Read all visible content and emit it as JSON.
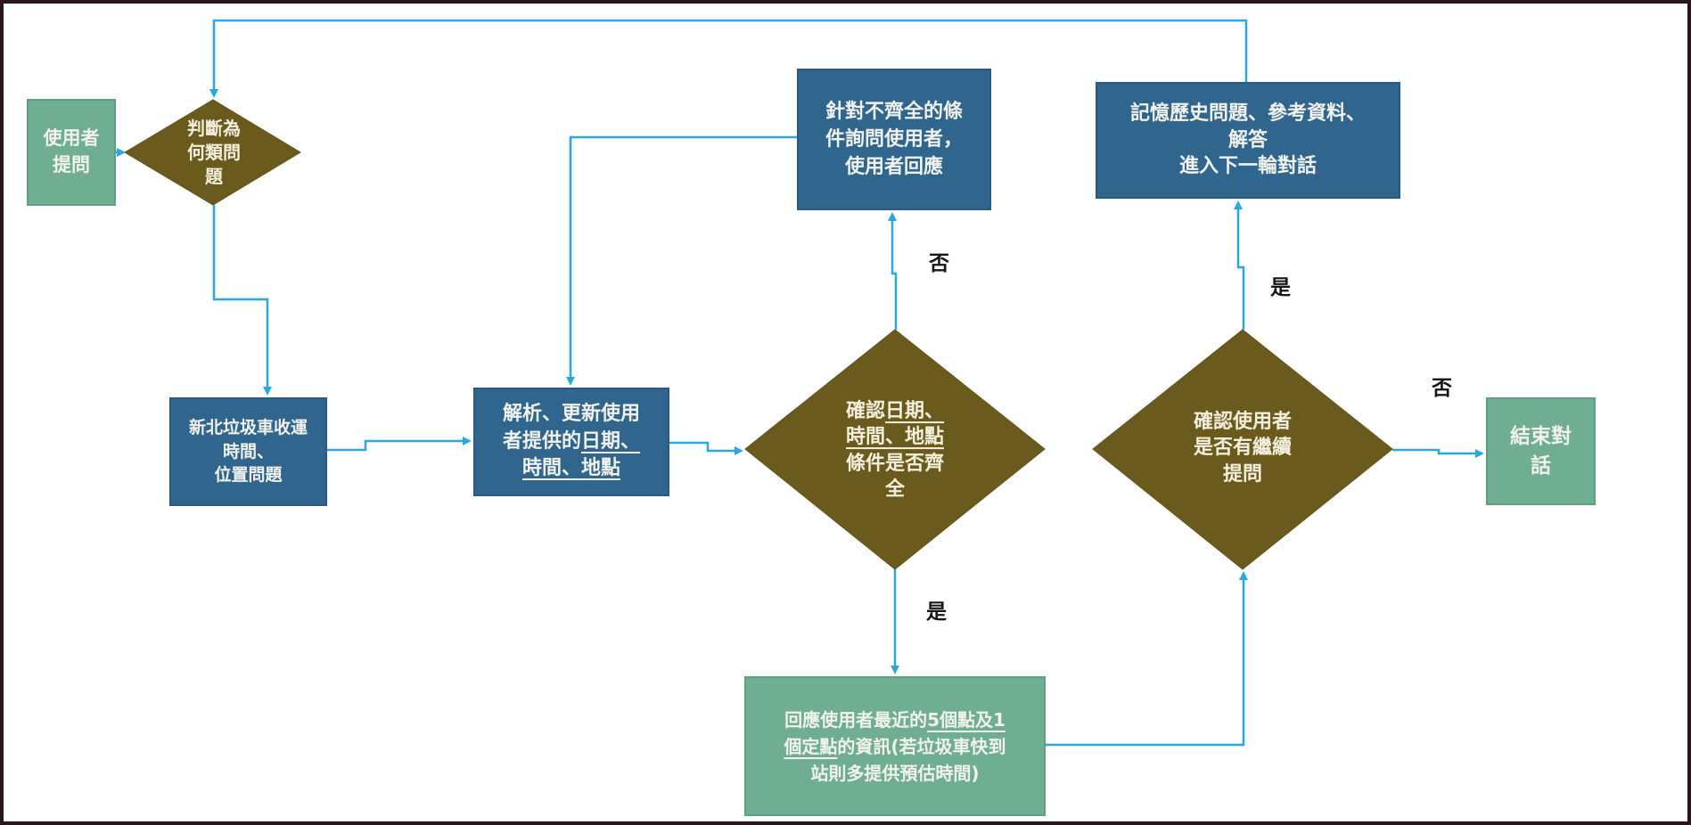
{
  "diagram": {
    "type": "flowchart",
    "colors": {
      "process_blue": "#30658e",
      "terminator_green": "#6fae92",
      "decision_olive": "#6b5a1e",
      "connector_blue": "#2aa7e0",
      "node_text": "#f1f2ec",
      "edge_label_text": "#161616",
      "frame_border": "#2a161d",
      "background": "#ffffff"
    }
  },
  "nodes": {
    "user_question": {
      "type": "start",
      "lines": [
        "使用者",
        "提問"
      ]
    },
    "classify": {
      "type": "decision",
      "lines": [
        "判斷為",
        "何類問",
        "題"
      ]
    },
    "newtaipei": {
      "type": "process",
      "lines": [
        "新北垃圾車收運",
        "時間、",
        "位置問題"
      ]
    },
    "parse": {
      "type": "process",
      "l1": "解析、更新使用",
      "l2a": "者提供的",
      "l2b": "日期、",
      "l3": "時間、地點"
    },
    "check": {
      "type": "decision",
      "l1a": "確認",
      "l1b": "日期、",
      "l2": "時間、地點",
      "l3": "條件是否齊",
      "l4": "全"
    },
    "ask": {
      "type": "process",
      "lines": [
        "針對不齊全的條",
        "件詢問使用者，",
        "使用者回應"
      ]
    },
    "memory": {
      "type": "process",
      "lines": [
        "記憶歷史問題、參考資料、",
        "解答",
        "進入下一輪對話"
      ]
    },
    "cont": {
      "type": "decision",
      "lines": [
        "確認使用者",
        "是否有繼續",
        "提問"
      ]
    },
    "end": {
      "type": "terminator",
      "lines": [
        "結束對",
        "話"
      ]
    },
    "respond": {
      "type": "process",
      "l1a": "回應使用者最近的",
      "l1b": "5個點及1",
      "l2a": "個定點",
      "l2b": "的資訊(若垃圾車快到",
      "l3": "站則多提供預估時間)"
    }
  },
  "edge_labels": {
    "check_no": "否",
    "check_yes": "是",
    "cont_yes": "是",
    "cont_no": "否"
  }
}
